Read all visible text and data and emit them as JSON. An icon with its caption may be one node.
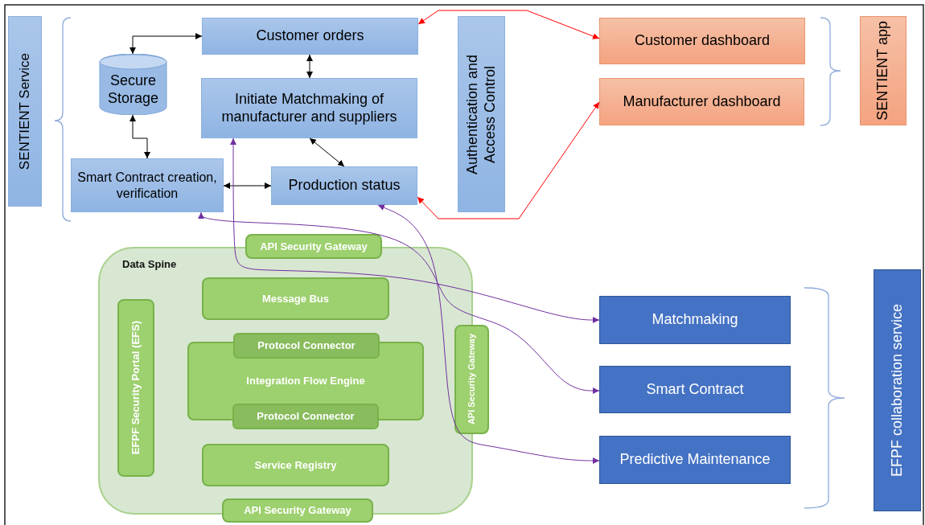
{
  "diagram": {
    "nodes": [
      {
        "text": [
          "SENTIENT Service"
        ]
      },
      {
        "text": [
          "Customer orders"
        ]
      },
      {
        "text": [
          "Secure Storage"
        ]
      },
      {
        "text": [
          "Initiate Matchmaking of manufacturer and suppliers"
        ]
      },
      {
        "text": [
          "Smart Contract creation, verification"
        ]
      },
      {
        "text": [
          "Production status"
        ]
      },
      {
        "text": [
          "Authentication and Access Control"
        ]
      },
      {
        "text": [
          "Customer dashboard"
        ]
      },
      {
        "text": [
          "Manufacturer dashboard"
        ]
      },
      {
        "text": [
          "SENTIENT app"
        ]
      },
      {
        "text": [
          "Data Spine"
        ]
      },
      {
        "text": [
          "API Security Gateway"
        ]
      },
      {
        "text": [
          "Message Bus"
        ],
        "in": 10
      },
      {
        "text": [
          "EFPF Security Portal (EFS)"
        ],
        "in": 10
      },
      {
        "text": [
          "Integration Flow Engine"
        ],
        "in": 10
      },
      {
        "text": [
          "Protocol Connector"
        ],
        "in": 10
      },
      {
        "text": [
          "Protocol Connector"
        ],
        "in": 10
      },
      {
        "text": [
          "API Security Gateway"
        ]
      },
      {
        "text": [
          "Service Registry"
        ],
        "in": 10
      },
      {
        "text": [
          "API Security Gateway"
        ]
      },
      {
        "text": [
          "Matchmaking"
        ]
      },
      {
        "text": [
          "Smart Contract"
        ]
      },
      {
        "text": [
          "Predictive Maintenance"
        ]
      },
      {
        "text": [
          "EFPF collaboration service"
        ]
      }
    ],
    "edges": [
      {
        "from": 2,
        "to": 1,
        "arrow": "both"
      },
      {
        "from": 1,
        "to": 3,
        "arrow": "both"
      },
      {
        "from": 2,
        "to": 4,
        "arrow": "both"
      },
      {
        "from": 3,
        "to": 5,
        "arrow": "both"
      },
      {
        "from": 4,
        "to": 5,
        "arrow": "both"
      },
      {
        "from": 1,
        "to": 7,
        "arrow": "both",
        "color": "#ff0000"
      },
      {
        "from": 5,
        "to": 8,
        "arrow": "both",
        "color": "#ff0000"
      },
      {
        "from": 3,
        "to": 20,
        "arrow": "both",
        "color": "#7030a0"
      },
      {
        "from": 4,
        "to": 21,
        "arrow": "both",
        "color": "#7030a0"
      },
      {
        "from": 5,
        "to": 22,
        "arrow": "both",
        "color": "#7030a0"
      }
    ]
  }
}
